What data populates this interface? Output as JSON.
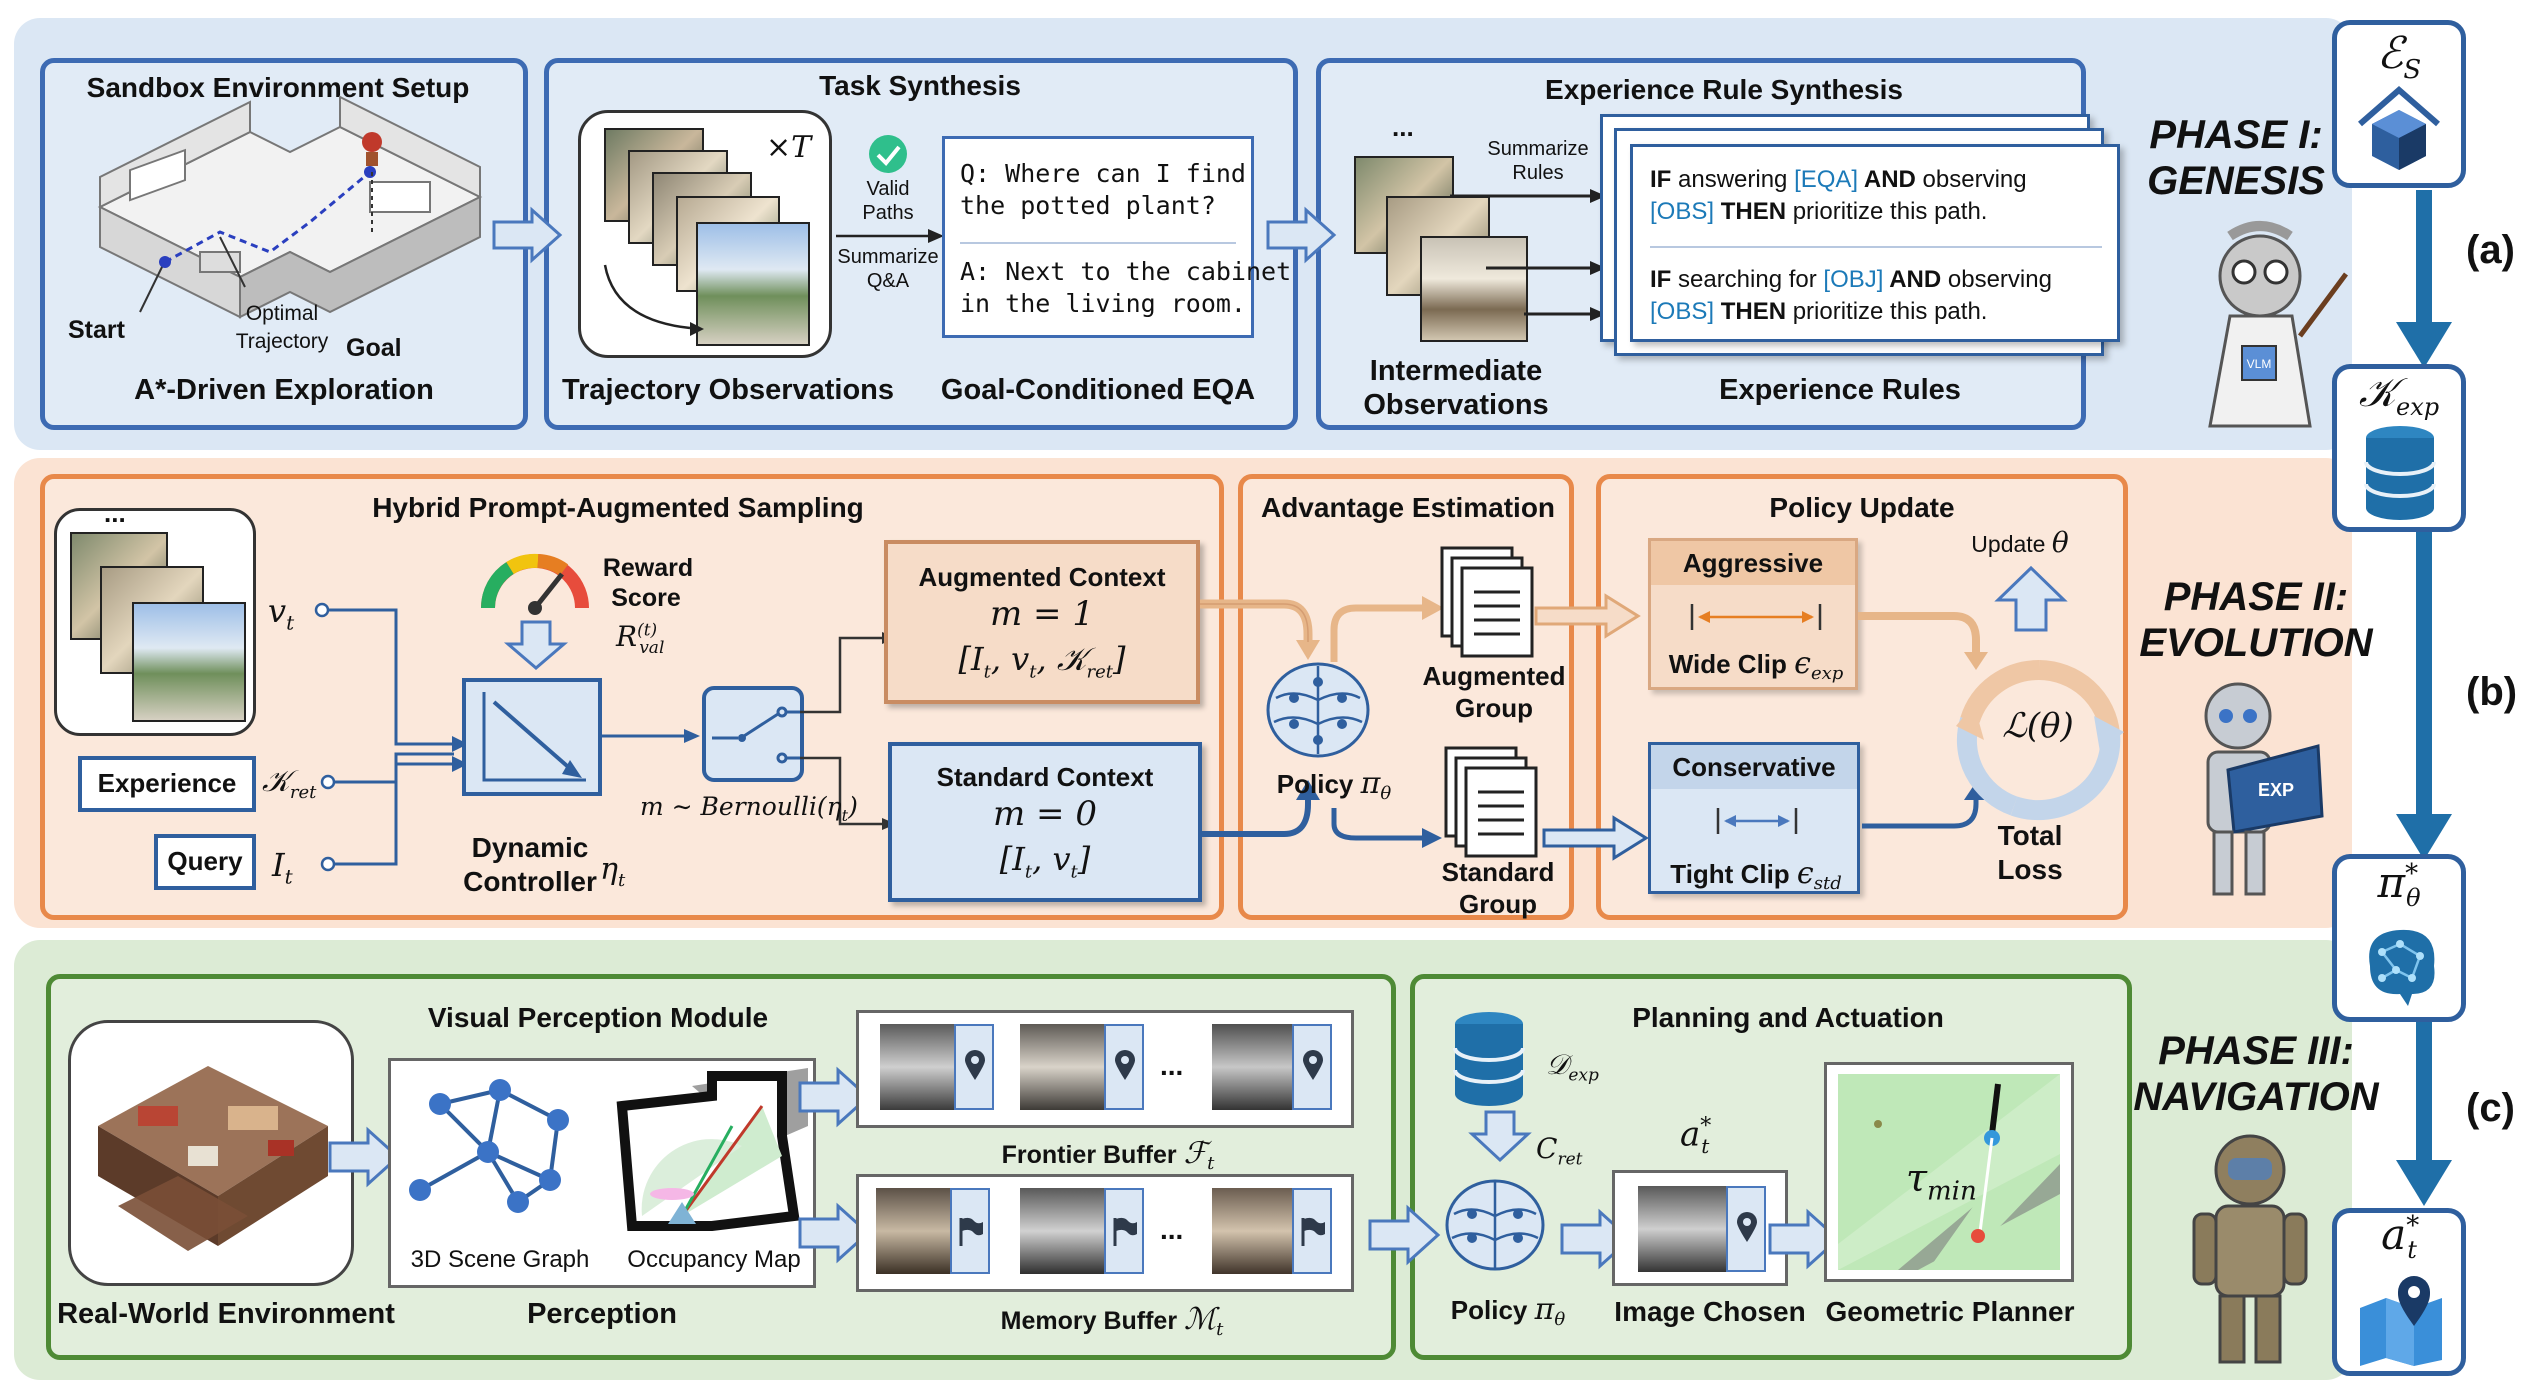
{
  "phases": {
    "genesis": {
      "title": "PHASE I:",
      "subtitle": "GENESIS",
      "tag": "(a)"
    },
    "evolution": {
      "title": "PHASE II:",
      "subtitle": "EVOLUTION",
      "tag": "(b)"
    },
    "navigation": {
      "title": "PHASE III:",
      "subtitle": "NAVIGATION",
      "tag": "(c)"
    }
  },
  "rail": {
    "es": "ℰ",
    "es_sub": "S",
    "kexp": "𝒦",
    "kexp_sub": "exp",
    "pi": "π",
    "pi_sup": "*",
    "pi_sub": "θ",
    "a": "a",
    "a_sup": "*",
    "a_sub": "t",
    "agent_badges": {
      "vlm": "VLM",
      "exp": "EXP"
    }
  },
  "phase1": {
    "sandbox": {
      "title": "Sandbox Environment Setup",
      "start": "Start",
      "optimal": "Optimal",
      "trajectory": "Trajectory",
      "goal": "Goal",
      "caption": "A*-Driven Exploration"
    },
    "task": {
      "title": "Task Synthesis",
      "times_t": "×T",
      "valid": "Valid",
      "paths": "Paths",
      "summarize": "Summarize",
      "qa": "Q&A",
      "question": [
        "Q: Where can I find",
        "the potted plant?"
      ],
      "answer": [
        "A: Next to the cabinet",
        "in the living room."
      ],
      "caption_left": "Trajectory Observations",
      "caption_right": "Goal-Conditioned EQA"
    },
    "rules": {
      "title": "Experience Rule Synthesis",
      "dots": "...",
      "summarize": "Summarize",
      "rules_word": "Rules",
      "rule1": {
        "if": "IF",
        "a": " answering ",
        "tag1": "[EQA]",
        "and": " AND",
        "b": " observing",
        "tag2": "[OBS]",
        "then": " THEN",
        "c": " prioritize this path."
      },
      "rule2": {
        "if": "IF",
        "a": " searching for ",
        "tag1": "[OBJ]",
        "and": " AND",
        "b": " observing",
        "tag2": "[OBS]",
        "then": " THEN",
        "c": " prioritize this path."
      },
      "caption_left": [
        "Intermediate",
        "Observations"
      ],
      "caption_right": "Experience Rules"
    }
  },
  "phase2": {
    "sampling": {
      "title": "Hybrid Prompt-Augmented Sampling",
      "dots": "...",
      "vt": "v",
      "vt_sub": "t",
      "experience": "Experience",
      "kret": "𝒦",
      "kret_sub": "ret",
      "query": "Query",
      "it": "I",
      "it_sub": "t",
      "reward": "Reward",
      "score": "Score",
      "rval": "R",
      "rval_sup": "(t)",
      "rval_sub": "val",
      "dynamic": "Dynamic",
      "controller": "Controller",
      "eta": "η",
      "eta_sub": "t",
      "bernoulli": "m ∼ Bernoulli(η",
      "bernoulli_sub": "t",
      "bernoulli_end": ")",
      "aug_title": "Augmented Context",
      "aug_m": "m = 1",
      "aug_set": "[I",
      "std_title": "Standard Context",
      "std_m": "m = 0"
    },
    "advantage": {
      "title": "Advantage Estimation",
      "policy": "Policy",
      "pi": "π",
      "pi_sub": "θ",
      "aug_group": [
        "Augmented",
        "Group"
      ],
      "std_group": [
        "Standard",
        "Group"
      ]
    },
    "policy_update": {
      "title": "Policy Update",
      "aggressive": "Aggressive",
      "wide_clip": "Wide Clip",
      "eps_exp": "ϵ",
      "eps_exp_sub": "exp",
      "conservative": "Conservative",
      "tight_clip": "Tight Clip",
      "eps_std": "ϵ",
      "eps_std_sub": "std",
      "update": "Update",
      "theta": "θ",
      "loss": "ℒ(θ)",
      "total": "Total",
      "loss_word": "Loss"
    }
  },
  "phase3": {
    "perception": {
      "title": "Visual Perception Module",
      "real_world": "Real-World Environment",
      "scene_graph": "3D Scene Graph",
      "occupancy": "Occupancy Map",
      "caption": "Perception",
      "dots": "...",
      "frontier": "Frontier Buffer",
      "ft": "ℱ",
      "ft_sub": "t",
      "memory": "Memory Buffer",
      "mt": "ℳ",
      "mt_sub": "t"
    },
    "planning": {
      "title": "Planning and Actuation",
      "dexp": "𝒟",
      "dexp_sub": "exp",
      "cret": "C",
      "cret_sub": "ret",
      "at": "a",
      "at_sup": "*",
      "at_sub": "t",
      "policy": "Policy",
      "pi": "π",
      "pi_sub": "θ",
      "image_chosen": "Image Chosen",
      "geometric": "Geometric Planner",
      "tau": "τ",
      "tau_sub": "min"
    }
  }
}
